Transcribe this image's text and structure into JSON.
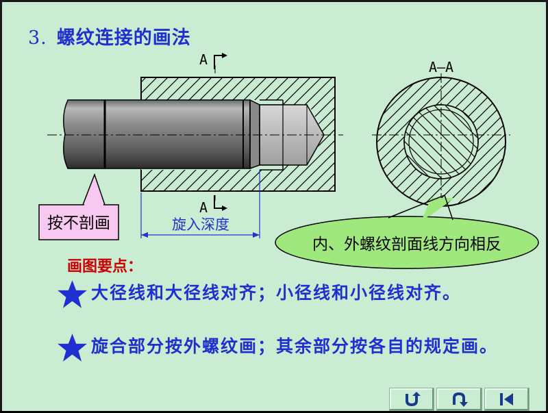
{
  "title": {
    "number": "3.",
    "text": "螺纹连接的画法"
  },
  "diagram": {
    "section_mark_top": "A",
    "section_mark_bottom": "A",
    "section_view_label": "A—A",
    "callout_no_section": "按不剖画",
    "dimension_label": "旋入深度",
    "callout_hatch": "内、外螺纹剖面线方向相反"
  },
  "key_points": {
    "heading": "画图要点：",
    "items": [
      {
        "text": "大径线和大径线对齐；小径线和小径线对齐。"
      },
      {
        "text": "旋合部分按外螺纹画；其余部分按各自的规定画。"
      }
    ]
  },
  "nav": [
    {
      "icon": "return-icon"
    },
    {
      "icon": "back-icon"
    },
    {
      "icon": "first-page-icon"
    }
  ],
  "colors": {
    "background": "#c9ecd2",
    "title": "#1f2fd0",
    "heading": "#cc0000",
    "star": "#1f2fd0",
    "callout_pink": "#f7c8f0",
    "callout_green": "#9fe87e",
    "dimension": "#2233cc"
  }
}
